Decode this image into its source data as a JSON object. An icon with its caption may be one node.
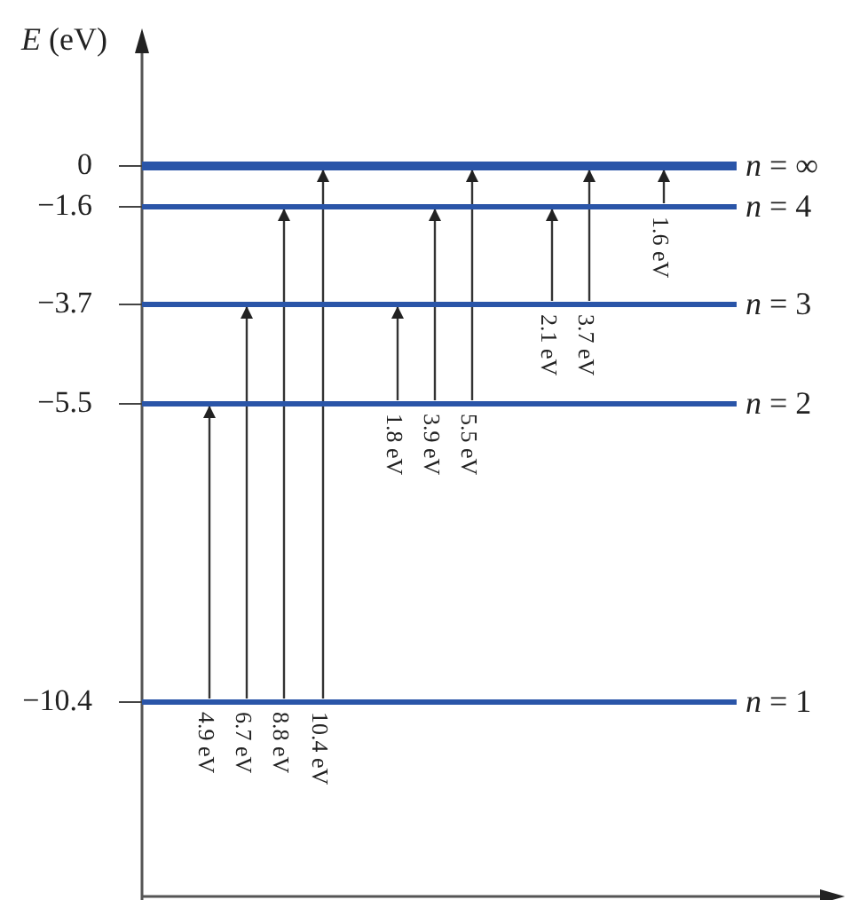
{
  "diagram": {
    "nodes": [
      {
        "text": [
          "*n* = ∞"
        ],
        "beside": [
          "0"
        ]
      },
      {
        "text": [
          "*n* = 4"
        ],
        "beside": [
          "−1.6"
        ]
      },
      {
        "text": [
          "*n* = 3"
        ],
        "beside": [
          "−3.7"
        ]
      },
      {
        "text": [
          "*n* = 2"
        ],
        "beside": [
          "−5.5"
        ]
      },
      {
        "text": [
          "*n* = 1"
        ],
        "beside": [
          "−10.4"
        ]
      }
    ],
    "edges": [
      {
        "from": 4,
        "to": 3,
        "arrow": "to",
        "label": "4.9 eV"
      },
      {
        "from": 4,
        "to": 2,
        "arrow": "to",
        "label": "6.7 eV"
      },
      {
        "from": 4,
        "to": 1,
        "arrow": "to",
        "label": "8.8 eV"
      },
      {
        "from": 4,
        "to": 0,
        "arrow": "to",
        "label": "10.4 eV"
      },
      {
        "from": 3,
        "to": 2,
        "arrow": "to",
        "label": "1.8 eV"
      },
      {
        "from": 3,
        "to": 1,
        "arrow": "to",
        "label": "3.9 eV"
      },
      {
        "from": 3,
        "to": 0,
        "arrow": "to",
        "label": "5.5 eV"
      },
      {
        "from": 2,
        "to": 1,
        "arrow": "to",
        "label": "2.1 eV"
      },
      {
        "from": 2,
        "to": 0,
        "arrow": "to",
        "label": "3.7 eV"
      },
      {
        "from": 1,
        "to": 0,
        "arrow": "to",
        "label": "1.6 eV"
      }
    ],
    "labels": [
      "*E* (eV)"
    ]
  }
}
